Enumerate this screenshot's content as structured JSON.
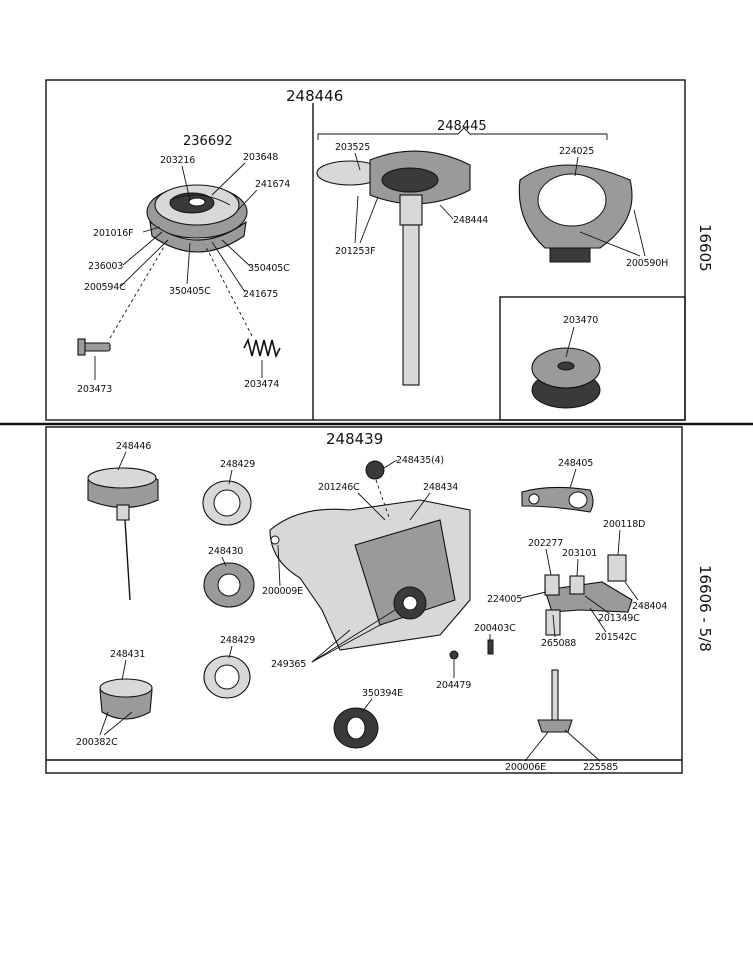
{
  "upper_panel": {
    "assembly_number": "248446",
    "side_label": "16605",
    "left_group": {
      "title": "236692",
      "parts": [
        "203216",
        "203648",
        "241674",
        "201016F",
        "236003",
        "200594C",
        "350405C",
        "350405C",
        "241675",
        "203473",
        "203474"
      ]
    },
    "right_group": {
      "title": "248445",
      "parts": [
        "203525",
        "248444",
        "201253F",
        "224025",
        "200590H"
      ]
    },
    "inset": {
      "parts": [
        "203470"
      ]
    }
  },
  "lower_panel": {
    "assembly_number": "248439",
    "side_label": "16606 - 5/8",
    "parts": [
      "248446",
      "248429",
      "248430",
      "248429",
      "248431",
      "200382C",
      "201246C",
      "248435(4)",
      "248434",
      "200009E",
      "249365",
      "204479",
      "350394E",
      "248405",
      "200118D",
      "202277",
      "203101",
      "224005",
      "248404",
      "201349C",
      "265088",
      "201542C",
      "200403C",
      "200006E",
      "225585"
    ]
  }
}
